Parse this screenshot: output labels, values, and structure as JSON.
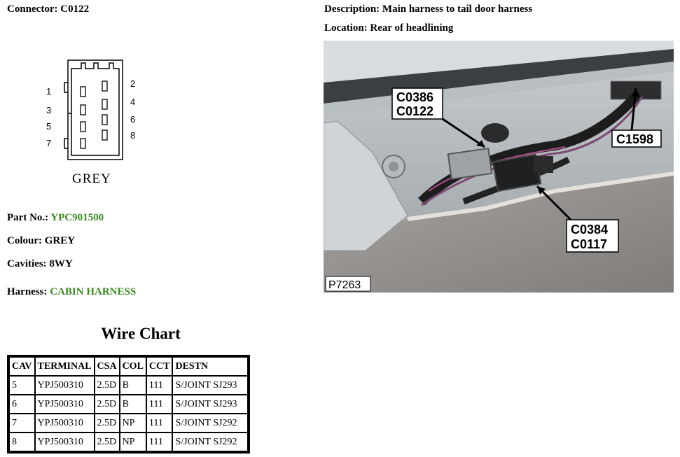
{
  "connector": {
    "label": "Connector:",
    "value": "C0122",
    "part_no_label": "Part No.:",
    "part_no": "YPC901500",
    "colour_label": "Colour:",
    "colour": "GREY",
    "cavities_label": "Cavities:",
    "cavities": "8WY",
    "harness_label": "Harness:",
    "harness": "CABIN HARNESS",
    "diagram_label": "GREY",
    "pins": {
      "p1": "1",
      "p2": "2",
      "p3": "3",
      "p4": "4",
      "p5": "5",
      "p6": "6",
      "p7": "7",
      "p8": "8"
    }
  },
  "description": {
    "label": "Description:",
    "value": "Main harness to tail door harness",
    "location_label": "Location:",
    "location": "Rear of headlining"
  },
  "photo": {
    "callout_top_left": [
      "C0386",
      "C0122"
    ],
    "callout_top_right": "C1598",
    "callout_bottom": [
      "C0384",
      "C0117"
    ],
    "ref": "P7263"
  },
  "wire_chart": {
    "title": "Wire Chart",
    "headers": [
      "CAV",
      "TERMINAL",
      "CSA",
      "COL",
      "CCT",
      "DESTN"
    ],
    "rows": [
      [
        "5",
        "YPJ500310",
        "2.5D",
        "B",
        "111",
        "S/JOINT SJ293"
      ],
      [
        "6",
        "YPJ500310",
        "2.5D",
        "B",
        "111",
        "S/JOINT SJ293"
      ],
      [
        "7",
        "YPJ500310",
        "2.5D",
        "NP",
        "111",
        "S/JOINT SJ292"
      ],
      [
        "8",
        "YPJ500310",
        "2.5D",
        "NP",
        "111",
        "S/JOINT SJ292"
      ]
    ]
  },
  "colors": {
    "green_text": "#3a8a1e"
  }
}
